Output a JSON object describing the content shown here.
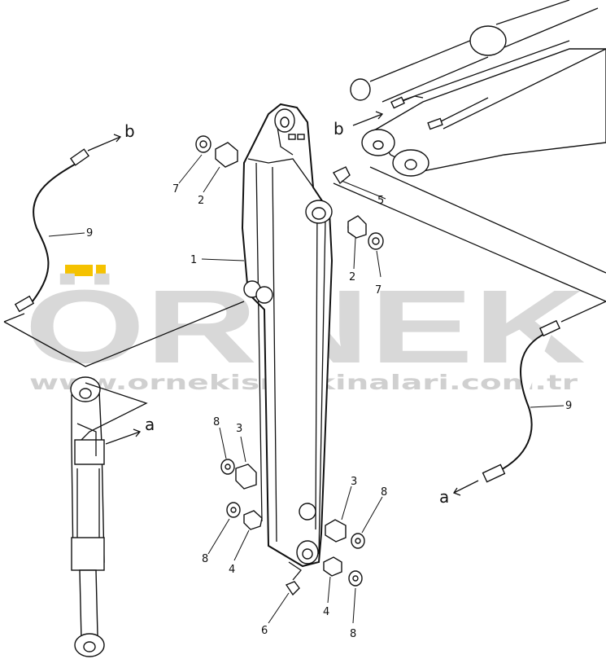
{
  "watermark": {
    "brand": "ÖRNEK",
    "url": "www.ornekismakinalari.com.tr",
    "accent_color": "#f5c200"
  },
  "arrow_labels": {
    "a": "a",
    "b": "b"
  },
  "callouts": [
    {
      "id": "c1",
      "text": "1"
    },
    {
      "id": "c2a",
      "text": "2"
    },
    {
      "id": "c2b",
      "text": "2"
    },
    {
      "id": "c3a",
      "text": "3"
    },
    {
      "id": "c3b",
      "text": "3"
    },
    {
      "id": "c4a",
      "text": "4"
    },
    {
      "id": "c4b",
      "text": "4"
    },
    {
      "id": "c5",
      "text": "5"
    },
    {
      "id": "c6",
      "text": "6"
    },
    {
      "id": "c7a",
      "text": "7"
    },
    {
      "id": "c7b",
      "text": "7"
    },
    {
      "id": "c8a",
      "text": "8"
    },
    {
      "id": "c8b",
      "text": "8"
    },
    {
      "id": "c8c",
      "text": "8"
    },
    {
      "id": "c8d",
      "text": "8"
    },
    {
      "id": "c9a",
      "text": "9"
    },
    {
      "id": "c9b",
      "text": "9"
    }
  ]
}
